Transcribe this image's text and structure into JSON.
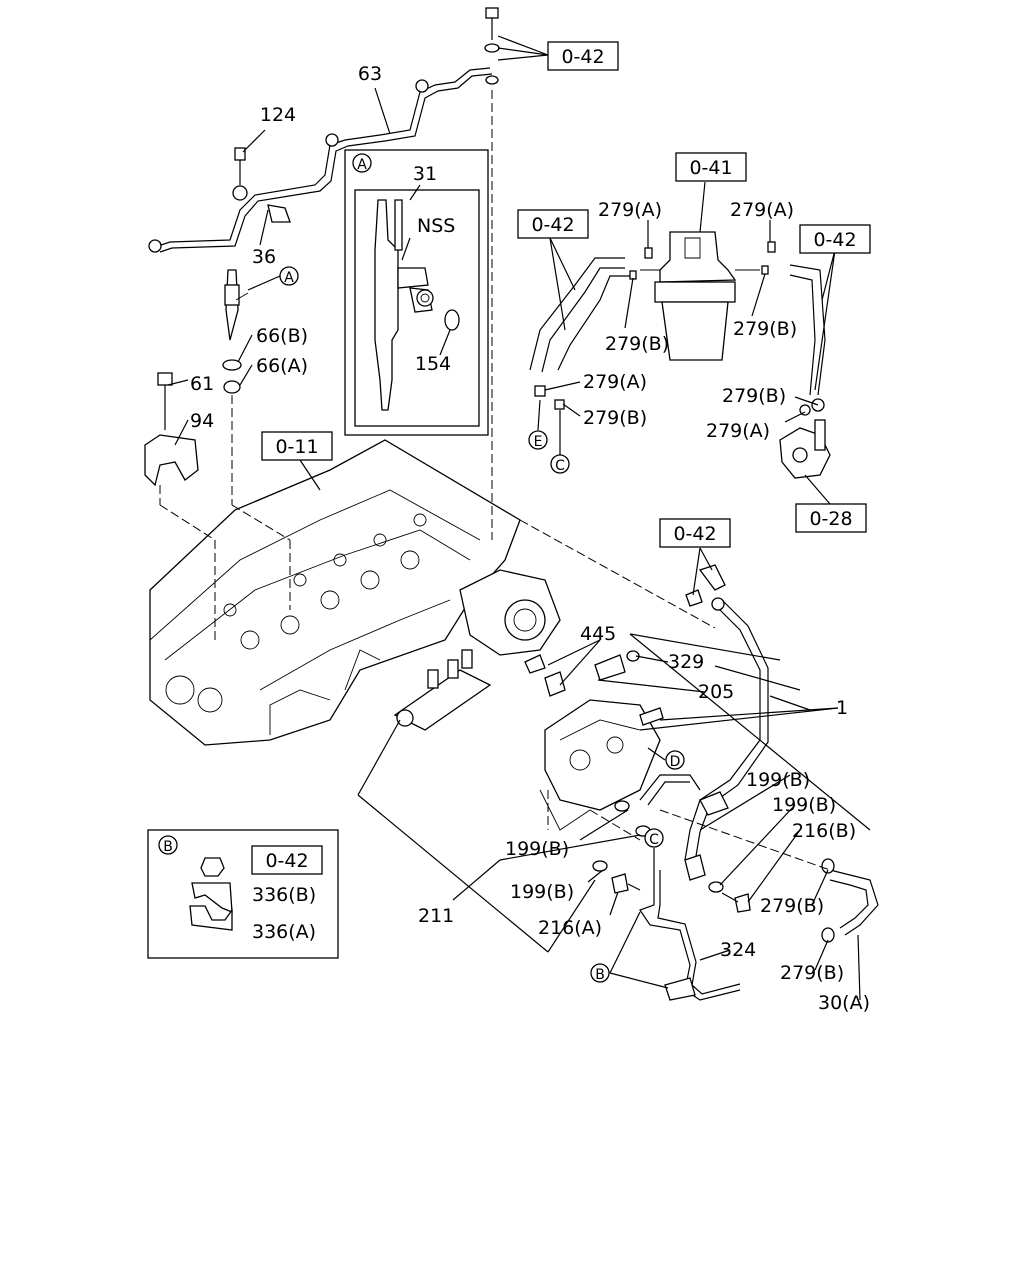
{
  "refs": {
    "r042_top": "0-42",
    "r041": "0-41",
    "r042_left": "0-42",
    "r042_right": "0-42",
    "r011": "0-11",
    "r028": "0-28",
    "r042_mid": "0-42",
    "r042_inset": "0-42"
  },
  "parts": {
    "p63": "63",
    "p124": "124",
    "p36": "36",
    "p66b": "66(B)",
    "p66a": "66(A)",
    "p61": "61",
    "p94": "94",
    "p31": "31",
    "nss": "NSS",
    "p154": "154",
    "p279a_1": "279(A)",
    "p279a_2": "279(A)",
    "p279b_1": "279(B)",
    "p279b_2": "279(B)",
    "p279a_3": "279(A)",
    "p279b_3": "279(B)",
    "p279b_4": "279(B)",
    "p279a_4": "279(A)",
    "p445": "445",
    "p329": "329",
    "p205": "205",
    "p1": "1",
    "p199b_1": "199(B)",
    "p199b_2": "199(B)",
    "p216b": "216(B)",
    "p199b_3": "199(B)",
    "p199b_4": "199(B)",
    "p211": "211",
    "p216a": "216(A)",
    "p279b_5": "279(B)",
    "p324": "324",
    "p279b_6": "279(B)",
    "p30a": "30(A)",
    "p336b": "336(B)",
    "p336a": "336(A)"
  },
  "markers": {
    "a_main": "A",
    "a_inset": "A",
    "b_inset": "B",
    "b_main": "B",
    "c_top": "C",
    "c_bottom": "C",
    "d_pump": "D",
    "e_top": "E"
  }
}
